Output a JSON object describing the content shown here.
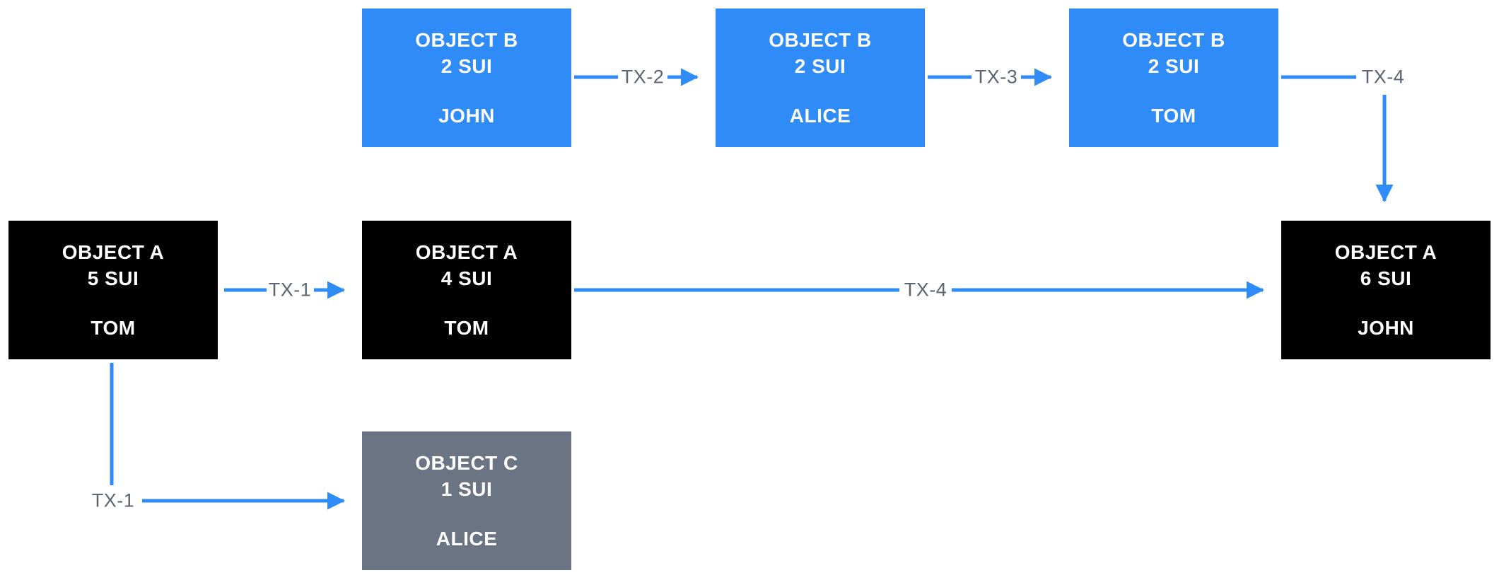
{
  "diagram": {
    "description": "Object ownership flow diagram with SUI objects transferred between owners via transactions"
  },
  "colors": {
    "object_b_blue": "#2f8bf7",
    "object_a_black": "#000000",
    "object_c_gray": "#6b7482",
    "arrow_blue": "#2f8bf7",
    "tx_label_gray": "#5c6673",
    "node_text": "#ffffff",
    "background": "#ffffff"
  },
  "nodes": [
    {
      "id": "object-b-john",
      "object": "OBJECT B",
      "amount": "2 SUI",
      "owner": "JOHN",
      "variant": "blue"
    },
    {
      "id": "object-b-alice",
      "object": "OBJECT B",
      "amount": "2 SUI",
      "owner": "ALICE",
      "variant": "blue"
    },
    {
      "id": "object-b-tom",
      "object": "OBJECT B",
      "amount": "2 SUI",
      "owner": "TOM",
      "variant": "blue"
    },
    {
      "id": "object-a-5-tom",
      "object": "OBJECT A",
      "amount": "5 SUI",
      "owner": "TOM",
      "variant": "black"
    },
    {
      "id": "object-a-4-tom",
      "object": "OBJECT A",
      "amount": "4 SUI",
      "owner": "TOM",
      "variant": "black"
    },
    {
      "id": "object-a-6-john",
      "object": "OBJECT A",
      "amount": "6 SUI",
      "owner": "JOHN",
      "variant": "black"
    },
    {
      "id": "object-c-alice",
      "object": "OBJECT C",
      "amount": "1 SUI",
      "owner": "ALICE",
      "variant": "gray"
    }
  ],
  "edges": [
    {
      "id": "tx1-a-to-a",
      "label": "TX-1"
    },
    {
      "id": "tx2-b-to-b",
      "label": "TX-2"
    },
    {
      "id": "tx3-b-to-b",
      "label": "TX-3"
    },
    {
      "id": "tx4-b-to-a",
      "label": "TX-4"
    },
    {
      "id": "tx4-a-to-a",
      "label": "TX-4"
    },
    {
      "id": "tx1-a-to-c",
      "label": "TX-1"
    }
  ]
}
